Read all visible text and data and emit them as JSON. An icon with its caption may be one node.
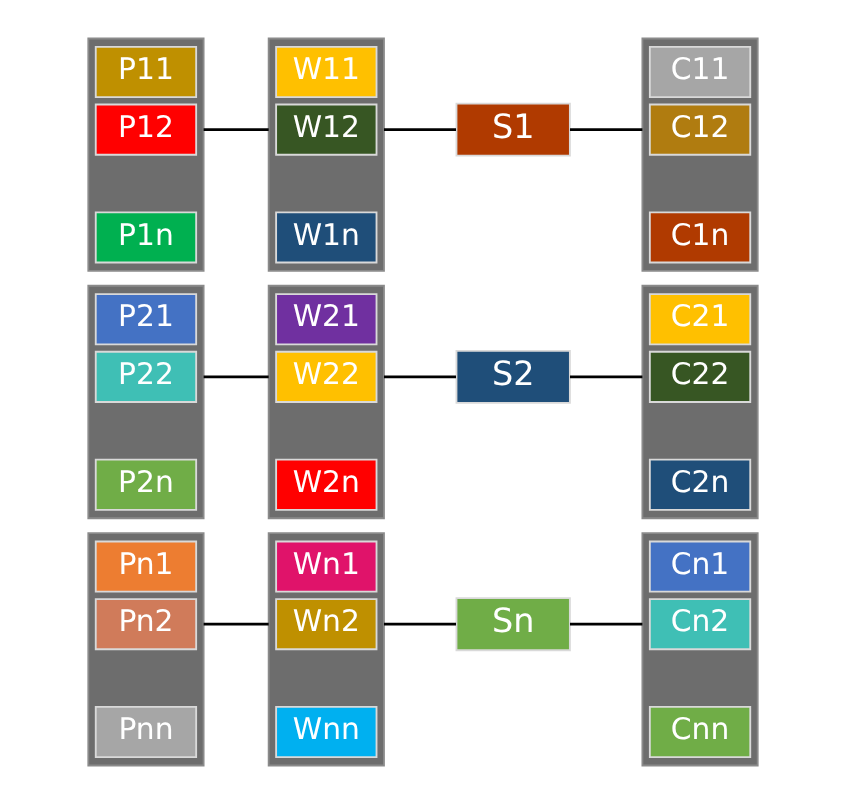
{
  "diagram": {
    "nodes": [
      {
        "text": [],
        "shape": "box"
      },
      {
        "text": [
          "P11"
        ],
        "in": 0
      },
      {
        "text": [
          "P12"
        ],
        "in": 0
      },
      {
        "text": [
          "P1n"
        ],
        "in": 0
      },
      {
        "text": [],
        "shape": "box"
      },
      {
        "text": [
          "W11"
        ],
        "in": 4
      },
      {
        "text": [
          "W12"
        ],
        "in": 4
      },
      {
        "text": [
          "W1n"
        ],
        "in": 4
      },
      {
        "text": [
          "S1"
        ]
      },
      {
        "text": [],
        "shape": "box"
      },
      {
        "text": [
          "C11"
        ],
        "in": 9
      },
      {
        "text": [
          "C12"
        ],
        "in": 9
      },
      {
        "text": [
          "C1n"
        ],
        "in": 9
      },
      {
        "text": [],
        "shape": "box"
      },
      {
        "text": [
          "P21"
        ],
        "in": 13
      },
      {
        "text": [
          "P22"
        ],
        "in": 13
      },
      {
        "text": [
          "P2n"
        ],
        "in": 13
      },
      {
        "text": [],
        "shape": "box"
      },
      {
        "text": [
          "W21"
        ],
        "in": 17
      },
      {
        "text": [
          "W22"
        ],
        "in": 17
      },
      {
        "text": [
          "W2n"
        ],
        "in": 17
      },
      {
        "text": [
          "S2"
        ]
      },
      {
        "text": [],
        "shape": "box"
      },
      {
        "text": [
          "C21"
        ],
        "in": 22
      },
      {
        "text": [
          "C22"
        ],
        "in": 22
      },
      {
        "text": [
          "C2n"
        ],
        "in": 22
      },
      {
        "text": [],
        "shape": "box"
      },
      {
        "text": [
          "Pn1"
        ],
        "in": 26
      },
      {
        "text": [
          "Pn2"
        ],
        "in": 26
      },
      {
        "text": [
          "Pnn"
        ],
        "in": 26
      },
      {
        "text": [],
        "shape": "box"
      },
      {
        "text": [
          "Wn1"
        ],
        "in": 30
      },
      {
        "text": [
          "Wn2"
        ],
        "in": 30
      },
      {
        "text": [
          "Wnn"
        ],
        "in": 30
      },
      {
        "text": [
          "Sn"
        ]
      },
      {
        "text": [],
        "shape": "box"
      },
      {
        "text": [
          "Cn1"
        ],
        "in": 35
      },
      {
        "text": [
          "Cn2"
        ],
        "in": 35
      },
      {
        "text": [
          "Cnn"
        ],
        "in": 35
      }
    ],
    "edges": [
      {
        "from": 0,
        "to": 4,
        "arrow": "none"
      },
      {
        "from": 4,
        "to": 8,
        "arrow": "none"
      },
      {
        "from": 8,
        "to": 9,
        "arrow": "none"
      },
      {
        "from": 13,
        "to": 17,
        "arrow": "none"
      },
      {
        "from": 17,
        "to": 21,
        "arrow": "none"
      },
      {
        "from": 21,
        "to": 22,
        "arrow": "none"
      },
      {
        "from": 26,
        "to": 30,
        "arrow": "none"
      },
      {
        "from": 30,
        "to": 34,
        "arrow": "none"
      },
      {
        "from": 34,
        "to": 35,
        "arrow": "none"
      }
    ]
  }
}
